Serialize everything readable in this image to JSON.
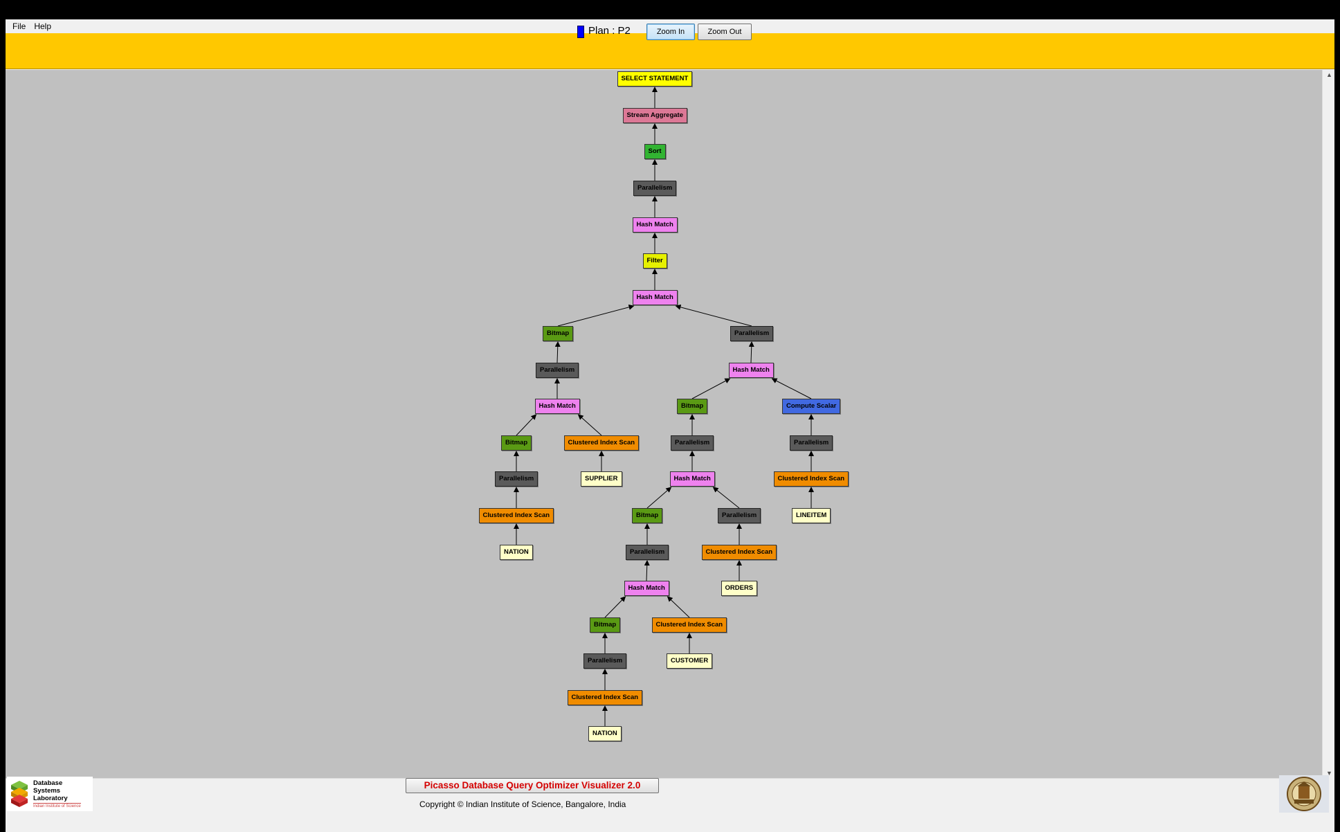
{
  "menu": {
    "items": [
      "File",
      "Help"
    ]
  },
  "header": {
    "plan_label": "Plan : P2",
    "zoom_in_label": "Zoom In",
    "zoom_out_label": "Zoom Out",
    "plan_color": "#0000ff",
    "background": "#ffc800"
  },
  "footer": {
    "title": "Picasso Database Query Optimizer Visualizer 2.0",
    "copyright": "Copyright © Indian Institute of Science, Bangalore, India",
    "logo_text": [
      "Database",
      "Systems",
      "Laboratory"
    ],
    "logo_subtext": "Indian Institute of Science"
  },
  "operator_colors": {
    "SELECT STATEMENT": "#ffff00",
    "Stream Aggregate": "#dc7896",
    "Sort": "#32b432",
    "Parallelism": "#5a5a5a",
    "Hash Match": "#ee82ee",
    "Filter": "#e6f000",
    "Bitmap": "#5a9a14",
    "Clustered Index Scan": "#f08c00",
    "Compute Scalar": "#4169e1",
    "relation": "#ffffc8"
  },
  "plan_tree": {
    "nodes": [
      {
        "id": "n1",
        "label": "SELECT STATEMENT",
        "kind": "SELECT STATEMENT"
      },
      {
        "id": "n2",
        "label": "Stream Aggregate",
        "kind": "Stream Aggregate"
      },
      {
        "id": "n3",
        "label": "Sort",
        "kind": "Sort"
      },
      {
        "id": "n4",
        "label": "Parallelism",
        "kind": "Parallelism"
      },
      {
        "id": "n5",
        "label": "Hash Match",
        "kind": "Hash Match"
      },
      {
        "id": "n6",
        "label": "Filter",
        "kind": "Filter"
      },
      {
        "id": "n7",
        "label": "Hash Match",
        "kind": "Hash Match"
      },
      {
        "id": "n8",
        "label": "Bitmap",
        "kind": "Bitmap"
      },
      {
        "id": "n9",
        "label": "Parallelism",
        "kind": "Parallelism"
      },
      {
        "id": "n10",
        "label": "Hash Match",
        "kind": "Hash Match"
      },
      {
        "id": "n11",
        "label": "Bitmap",
        "kind": "Bitmap"
      },
      {
        "id": "n12",
        "label": "Parallelism",
        "kind": "Parallelism"
      },
      {
        "id": "n13",
        "label": "Clustered Index Scan",
        "kind": "Clustered Index Scan"
      },
      {
        "id": "n14",
        "label": "NATION",
        "kind": "relation"
      },
      {
        "id": "n15",
        "label": "Clustered Index Scan",
        "kind": "Clustered Index Scan"
      },
      {
        "id": "n16",
        "label": "SUPPLIER",
        "kind": "relation"
      },
      {
        "id": "n17",
        "label": "Parallelism",
        "kind": "Parallelism"
      },
      {
        "id": "n18",
        "label": "Hash Match",
        "kind": "Hash Match"
      },
      {
        "id": "n19",
        "label": "Bitmap",
        "kind": "Bitmap"
      },
      {
        "id": "n20",
        "label": "Parallelism",
        "kind": "Parallelism"
      },
      {
        "id": "n21",
        "label": "Hash Match",
        "kind": "Hash Match"
      },
      {
        "id": "n22",
        "label": "Bitmap",
        "kind": "Bitmap"
      },
      {
        "id": "n23",
        "label": "Parallelism",
        "kind": "Parallelism"
      },
      {
        "id": "n24",
        "label": "Hash Match",
        "kind": "Hash Match"
      },
      {
        "id": "n25",
        "label": "Bitmap",
        "kind": "Bitmap"
      },
      {
        "id": "n26",
        "label": "Parallelism",
        "kind": "Parallelism"
      },
      {
        "id": "n27",
        "label": "Clustered Index Scan",
        "kind": "Clustered Index Scan"
      },
      {
        "id": "n28",
        "label": "NATION",
        "kind": "relation"
      },
      {
        "id": "n29",
        "label": "Clustered Index Scan",
        "kind": "Clustered Index Scan"
      },
      {
        "id": "n30",
        "label": "CUSTOMER",
        "kind": "relation"
      },
      {
        "id": "n31",
        "label": "Parallelism",
        "kind": "Parallelism"
      },
      {
        "id": "n32",
        "label": "Clustered Index Scan",
        "kind": "Clustered Index Scan"
      },
      {
        "id": "n33",
        "label": "ORDERS",
        "kind": "relation"
      },
      {
        "id": "n34",
        "label": "Compute Scalar",
        "kind": "Compute Scalar"
      },
      {
        "id": "n35",
        "label": "Parallelism",
        "kind": "Parallelism"
      },
      {
        "id": "n36",
        "label": "Clustered Index Scan",
        "kind": "Clustered Index Scan"
      },
      {
        "id": "n37",
        "label": "LINEITEM",
        "kind": "relation"
      }
    ],
    "edges": [
      [
        "n2",
        "n1"
      ],
      [
        "n3",
        "n2"
      ],
      [
        "n4",
        "n3"
      ],
      [
        "n5",
        "n4"
      ],
      [
        "n6",
        "n5"
      ],
      [
        "n7",
        "n6"
      ],
      [
        "n8",
        "n7"
      ],
      [
        "n17",
        "n7"
      ],
      [
        "n9",
        "n8"
      ],
      [
        "n10",
        "n9"
      ],
      [
        "n11",
        "n10"
      ],
      [
        "n15",
        "n10"
      ],
      [
        "n12",
        "n11"
      ],
      [
        "n13",
        "n12"
      ],
      [
        "n14",
        "n13"
      ],
      [
        "n16",
        "n15"
      ],
      [
        "n18",
        "n17"
      ],
      [
        "n19",
        "n18"
      ],
      [
        "n34",
        "n18"
      ],
      [
        "n20",
        "n19"
      ],
      [
        "n21",
        "n20"
      ],
      [
        "n22",
        "n21"
      ],
      [
        "n31",
        "n21"
      ],
      [
        "n23",
        "n22"
      ],
      [
        "n24",
        "n23"
      ],
      [
        "n25",
        "n24"
      ],
      [
        "n29",
        "n24"
      ],
      [
        "n26",
        "n25"
      ],
      [
        "n27",
        "n26"
      ],
      [
        "n28",
        "n27"
      ],
      [
        "n30",
        "n29"
      ],
      [
        "n32",
        "n31"
      ],
      [
        "n33",
        "n32"
      ],
      [
        "n35",
        "n34"
      ],
      [
        "n36",
        "n35"
      ],
      [
        "n37",
        "n36"
      ]
    ]
  }
}
